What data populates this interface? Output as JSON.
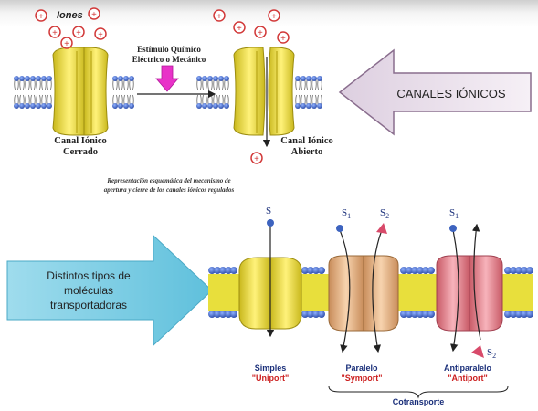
{
  "top": {
    "ions_label": "Iones",
    "stimulus_line1": "Estímulo Químico",
    "stimulus_line2": "Eléctrico o Mecánico",
    "closed_line1": "Canal Iónico",
    "closed_line2": "Cerrado",
    "open_line1": "Canal Iónico",
    "open_line2": "Abierto",
    "caption_line1": "Representación esquemática del mecanismo de",
    "caption_line2": "apertura y cierre de los canales iónicos regulados",
    "arrow_label": "CANALES IÓNICOS",
    "ion_sign": "+"
  },
  "bottom": {
    "arrow_label_line1": "Distintos  tipos de",
    "arrow_label_line2": "moléculas",
    "arrow_label_line3": "transportadoras",
    "s_label": "S",
    "s1_label": "S",
    "s2_label": "S",
    "sub1": "1",
    "sub2": "2",
    "uniport_name": "Simples",
    "uniport_type": "\"Uniport\"",
    "symport_name": "Paralelo",
    "symport_type": "\"Symport\"",
    "antiport_name": "Antiparalelo",
    "antiport_type": "\"Antiport\"",
    "cotransport_label": "Cotransporte"
  },
  "colors": {
    "top_arrow_fill": "#ece2ec",
    "bottom_arrow_fill": "#7fd0e6",
    "channel_yellow": "#f3e63a",
    "carrier_tan": "#e8b889",
    "carrier_pink": "#e88a94",
    "lipid_head_blue": "#3d63bf",
    "ion_red": "#d23a3a",
    "stimulus_arrow": "#e832c8",
    "type_label_red": "#cc2020",
    "type_label_blue": "#1a2f7a"
  }
}
